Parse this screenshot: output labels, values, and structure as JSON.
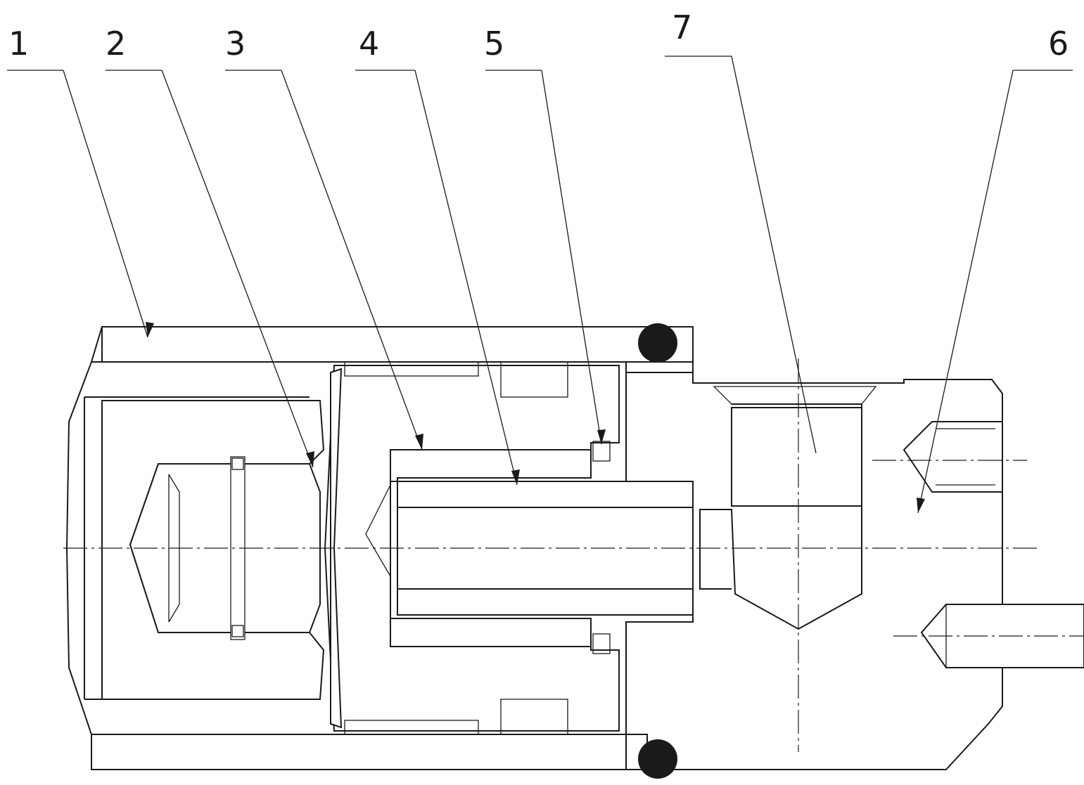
{
  "callouts": [
    {
      "id": "1",
      "label": "1"
    },
    {
      "id": "2",
      "label": "2"
    },
    {
      "id": "3",
      "label": "3"
    },
    {
      "id": "4",
      "label": "4"
    },
    {
      "id": "5",
      "label": "5"
    },
    {
      "id": "6",
      "label": "6"
    },
    {
      "id": "7",
      "label": "7"
    }
  ],
  "colors": {
    "ink": "#1a1a1a",
    "paper": "#ffffff"
  }
}
